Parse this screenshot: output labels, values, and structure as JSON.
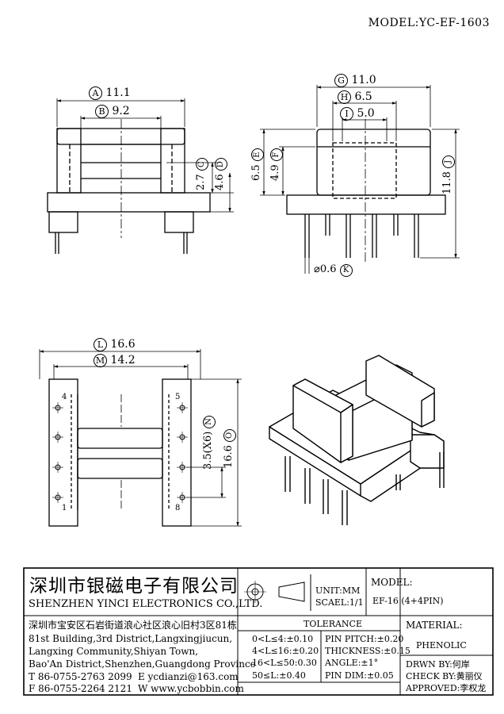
{
  "header": {
    "model_label": "MODEL:YC-EF-1603"
  },
  "dims": {
    "A": {
      "circle": "A",
      "text": "11.1"
    },
    "B": {
      "circle": "B",
      "text": "9.2"
    },
    "C": {
      "circle": "C",
      "text": "2.7"
    },
    "D": {
      "circle": "D",
      "text": "4.6"
    },
    "Cc": {
      "circle": "G",
      "text": "11.0"
    },
    "H": {
      "circle": "H",
      "text": "6.5"
    },
    "I": {
      "circle": "I",
      "text": "5.0"
    },
    "E": {
      "circle": "E",
      "text": "6.5"
    },
    "F": {
      "circle": "F",
      "text": "4.9"
    },
    "J": {
      "circle": "J",
      "text": "11.8"
    },
    "K": {
      "circle": "K",
      "text": "⌀0.6"
    },
    "L": {
      "circle": "L",
      "text": "16.6"
    },
    "M": {
      "circle": "M",
      "text": "14.2"
    },
    "N": {
      "circle": "N",
      "text": "3.5(X6)"
    },
    "O": {
      "circle": "O",
      "text": "16.6"
    }
  },
  "pins": {
    "p4": "4",
    "p5": "5",
    "p1": "1",
    "p8": "8"
  },
  "title_block": {
    "company_cn": "深圳市银磁电子有限公司",
    "company_en": "SHENZHEN YINCI ELECTRONICS CO.,LTD.",
    "address_cn": "深圳市宝安区石岩街道浪心社区浪心旧村3区81栋",
    "address_en_1": "81st Building,3rd District,Langxingjiucun,",
    "address_en_2": "Langxing Community,Shiyan Town,",
    "address_en_3": "Bao'An District,Shenzhen,Guangdong Province",
    "tel": "T  86-0755-2763 2099",
    "email": "E  ycdianzi@163.com",
    "fax": "F  86-0755-2264 2121",
    "web": "W  www.ycbobbin.com",
    "unit": "UNIT:MM",
    "scale": "SCAEL:1/1",
    "model_label": "MODEL:",
    "model_value": "EF-16 (4+4PIN)",
    "material_label": "MATERIAL:",
    "material_value": "PHENOLIC",
    "tolerance_title": "TOLERANCE",
    "tol": [
      "0<L≤4:±0.10",
      "4<L≤16:±0.20",
      "16<L≤50:0.30",
      "50≤L:±0.40"
    ],
    "tol2": [
      "PIN PITCH:±0.20",
      "THICKNESS:±0.15",
      "ANGLE:±1°",
      "PIN DIM:±0.05"
    ],
    "drawn": "DRWN BY:何岸",
    "check": "CHECK BY:黄丽仪",
    "approved": "APPROVED:李权龙"
  }
}
